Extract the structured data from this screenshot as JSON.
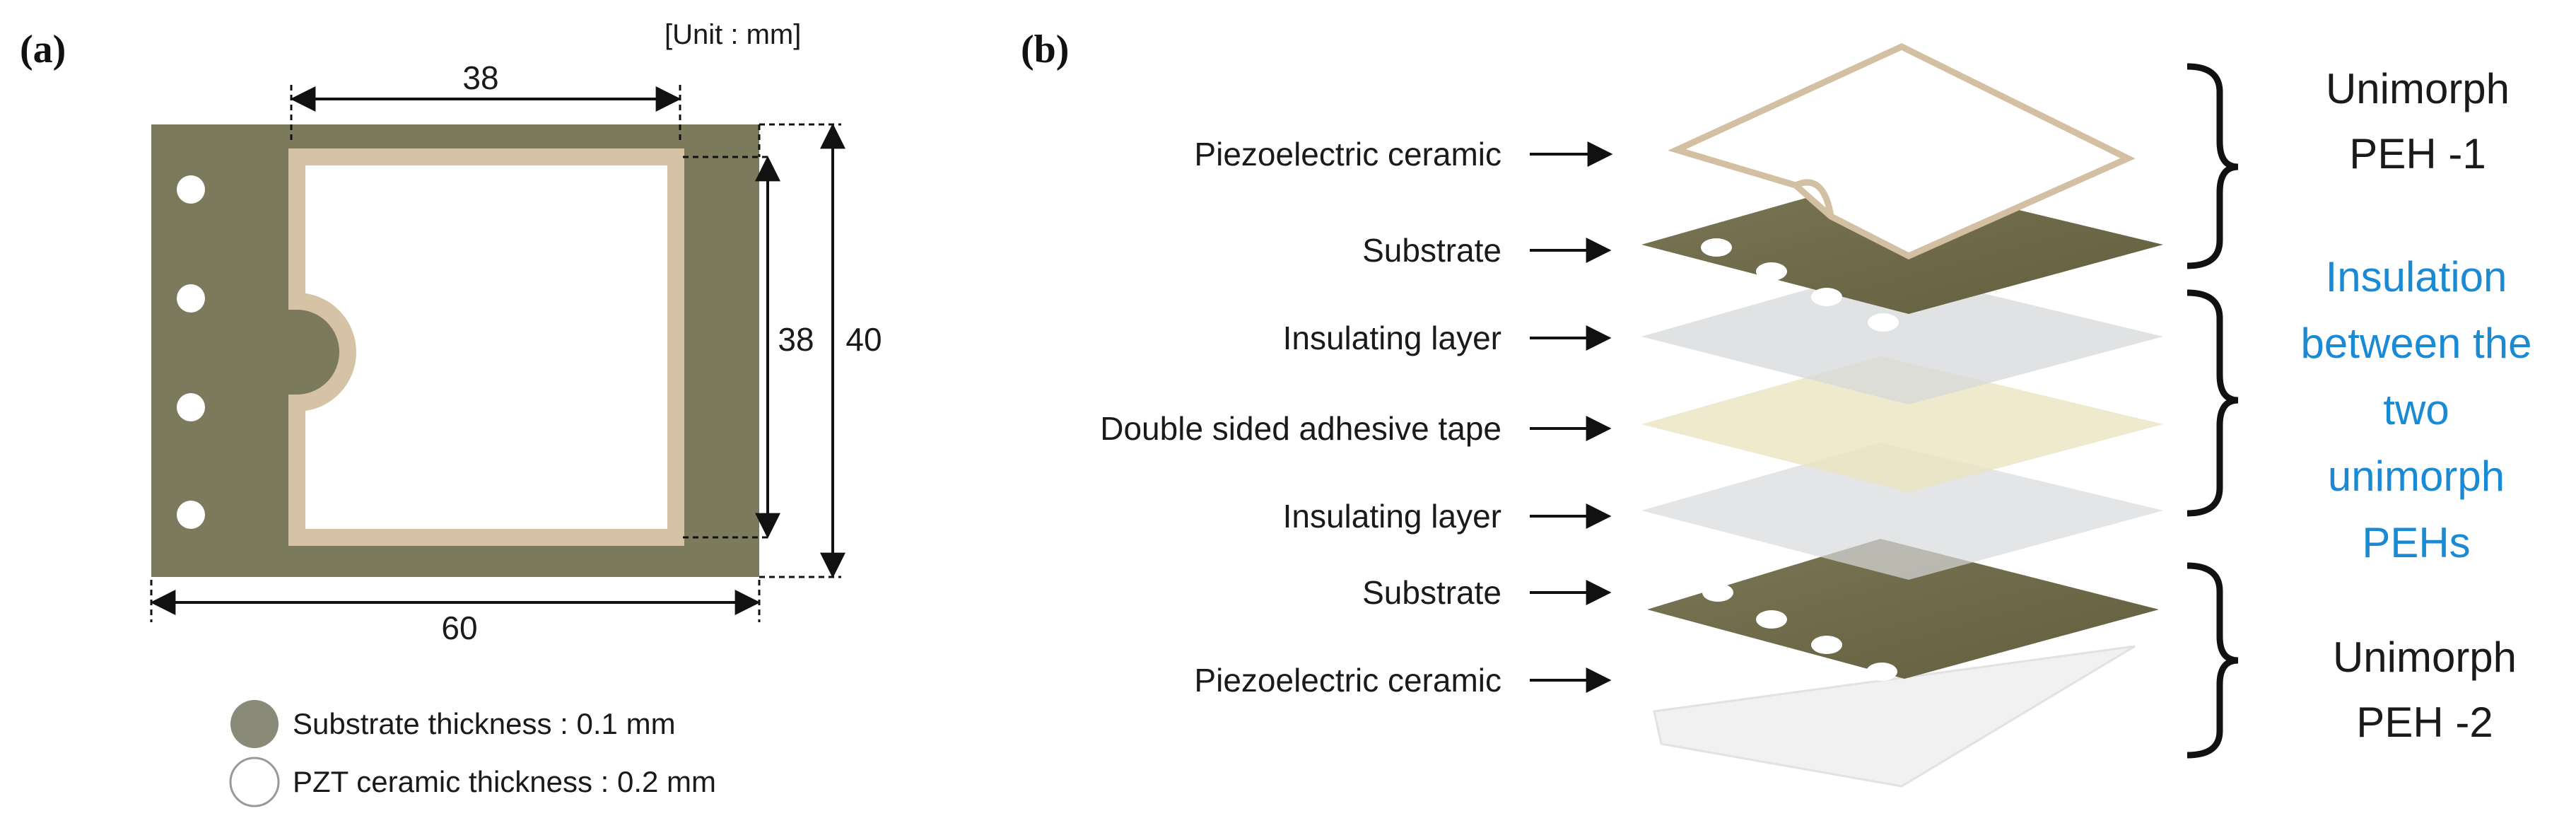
{
  "panel_a": {
    "label": "(a)",
    "unit_note": "[Unit : mm]",
    "dim_top": "38",
    "dim_inner_height": "38",
    "dim_outer_height": "40",
    "dim_bottom": "60",
    "legend": [
      {
        "text": "Substrate thickness : 0.1 mm",
        "color": "#8a8a78"
      },
      {
        "text": "PZT ceramic thickness : 0.2 mm",
        "color": "#ffffff"
      }
    ]
  },
  "panel_b": {
    "label": "(b)",
    "layers": [
      "Piezoelectric ceramic",
      "Substrate",
      "Insulating layer",
      "Double sided adhesive tape",
      "Insulating layer",
      "Substrate",
      "Piezoelectric ceramic"
    ],
    "group_top": [
      "Unimorph",
      "PEH -1"
    ],
    "group_middle": [
      "Insulation",
      "between the",
      "two",
      "unimorph",
      "PEHs"
    ],
    "group_bottom": [
      "Unimorph",
      "PEH -2"
    ]
  },
  "colors": {
    "substrate": "#6e6a48",
    "ceramic_border": "#d8c4a8",
    "insulating": "#d4d6d8",
    "tape": "#ece4c4",
    "accent_blue": "#1a8ad4"
  }
}
